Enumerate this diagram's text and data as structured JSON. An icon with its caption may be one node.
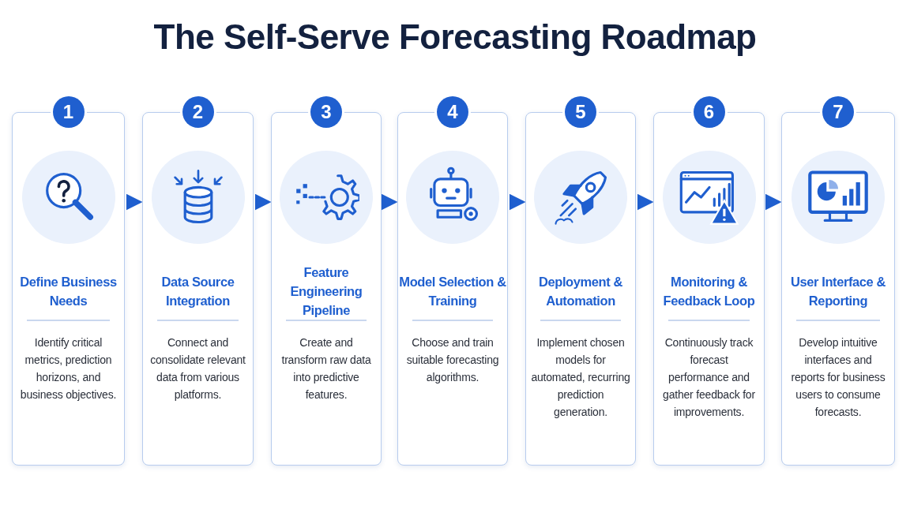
{
  "diagram": {
    "title": "The Self-Serve Forecasting Roadmap",
    "nodes": [
      {
        "text": [
          "1",
          "Define Business Needs",
          "Identify critical metrics, prediction horizons, and business objectives."
        ]
      },
      {
        "text": [
          "2",
          "Data Source Integration",
          "Connect and consolidate relevant data from various platforms."
        ]
      },
      {
        "text": [
          "3",
          "Feature Engineering Pipeline",
          "Create and transform raw data into predictive features."
        ]
      },
      {
        "text": [
          "4",
          "Model Selection & Training",
          "Choose and train suitable forecasting algorithms."
        ]
      },
      {
        "text": [
          "5",
          "Deployment & Automation",
          "Implement chosen models for automated, recurring prediction generation."
        ]
      },
      {
        "text": [
          "6",
          "Monitoring & Feedback Loop",
          "Continuously track forecast performance and gather feedback for improvements."
        ]
      },
      {
        "text": [
          "7",
          "User Interface & Reporting",
          "Develop intuitive interfaces and reports for business users to consume forecasts."
        ]
      }
    ],
    "edges": [
      {
        "from": 0,
        "to": 1,
        "arrow": "to"
      },
      {
        "from": 1,
        "to": 2,
        "arrow": "to"
      },
      {
        "from": 2,
        "to": 3,
        "arrow": "to"
      },
      {
        "from": 3,
        "to": 4,
        "arrow": "to"
      },
      {
        "from": 4,
        "to": 5,
        "arrow": "to"
      },
      {
        "from": 5,
        "to": 6,
        "arrow": "to"
      }
    ]
  }
}
